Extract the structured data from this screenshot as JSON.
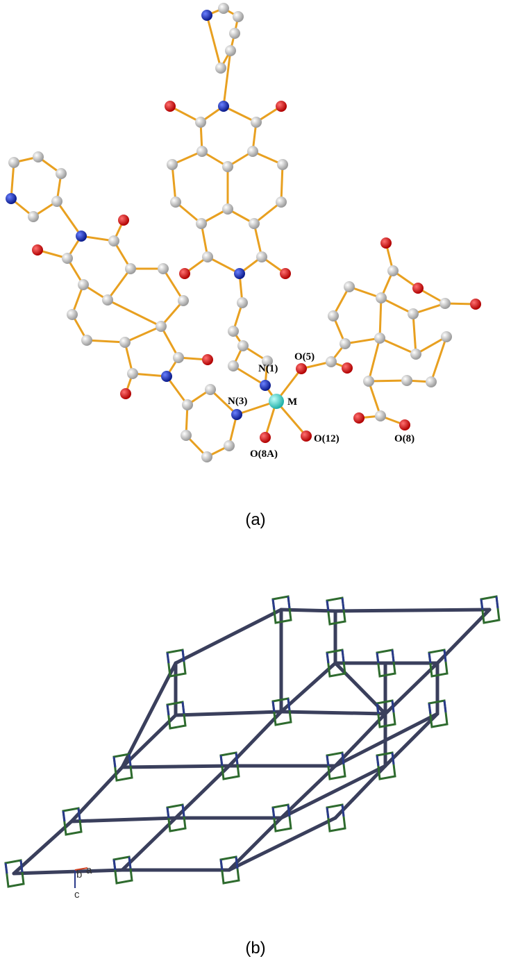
{
  "panel_a": {
    "caption": "(a)",
    "atom_labels": {
      "n1": "N(1)",
      "n3": "N(3)",
      "o5": "O(5)",
      "m": "M",
      "o12": "O(12)",
      "o8a": "O(8A)",
      "o8": "O(8)"
    },
    "colors": {
      "carbon": "#c8c8c8",
      "nitrogen": "#1a2fb8",
      "oxygen": "#e01010",
      "metal": "#40e0d0",
      "bond": "#e8a020"
    }
  },
  "panel_b": {
    "caption": "(b)",
    "axis_labels": {
      "b": "b",
      "a": "a",
      "c": "c"
    },
    "colors": {
      "link": "#3a3f5c",
      "node_green": "#2e6b2e",
      "node_blue": "#2a3a8a"
    }
  }
}
